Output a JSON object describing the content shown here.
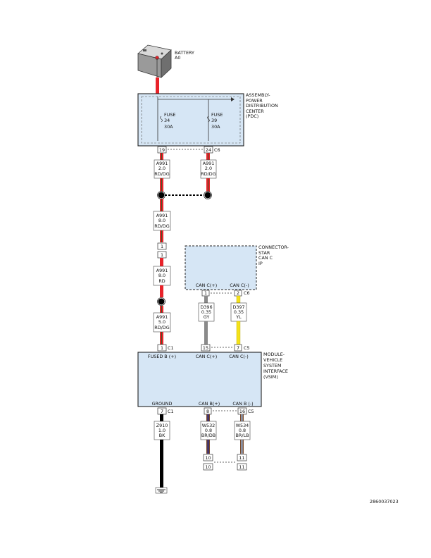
{
  "battery": {
    "name": "BATTERY",
    "id": "A0"
  },
  "pdc": {
    "title_lines": [
      "ASSEMBLY-",
      "POWER",
      "DISTRIBUTION",
      "CENTER",
      "(PDC)"
    ],
    "fuse1": {
      "label": "FUSE",
      "number": "34",
      "rating": "30A"
    },
    "fuse2": {
      "label": "FUSE",
      "number": "39",
      "rating": "30A"
    },
    "pin1": "19",
    "pin2": "24",
    "connector": "C6"
  },
  "wire_a991_left": [
    "A991",
    "2.0",
    "RD/DG"
  ],
  "wire_a991_right": [
    "A991",
    "2.0",
    "RD/DG"
  ],
  "wire_a991_8": [
    "A991",
    "8.0",
    "RD/DG"
  ],
  "inline_pin_top": "1",
  "inline_pin_bottom": "1",
  "wire_a991_rd": [
    "A991",
    "8.0",
    "RD"
  ],
  "wire_a991_5": [
    "A991",
    "5.0",
    "RD/DG"
  ],
  "star": {
    "title_lines": [
      "CONNECTOR-",
      "STAR",
      "CAN C",
      "IP"
    ],
    "can_plus": "CAN C(+)",
    "can_minus": "CAN C(-)",
    "pin1": "1",
    "pin2": "2",
    "connector": "C6"
  },
  "wire_d396": [
    "D396",
    "0.35",
    "GY"
  ],
  "wire_d397": [
    "D397",
    "0.35",
    "YL"
  ],
  "vsim": {
    "title_lines": [
      "MODULE-",
      "VEHICLE",
      "SYSTEM",
      "INTERFACE",
      "(VSIM)"
    ],
    "top_pin1": "1",
    "top_conn1": "C1",
    "top_pin2": "15",
    "top_pin3": "7",
    "top_conn2": "C5",
    "fused_b": "FUSED B (+)",
    "can_c_plus": "CAN C(+)",
    "can_c_minus": "CAN C(-)",
    "ground": "GROUND",
    "can_b_plus": "CAN B(+)",
    "can_b_minus": "CAN B (-)",
    "bot_pin1": "7",
    "bot_conn1": "C1",
    "bot_pin2": "8",
    "bot_pin3": "16",
    "bot_conn2": "C5"
  },
  "wire_z910": [
    "Z910",
    "1.0",
    "BK"
  ],
  "wire_w532": [
    "W532",
    "0.8",
    "BR/DB"
  ],
  "wire_w534": [
    "W534",
    "0.8",
    "BR/LB"
  ],
  "bottom_pins": {
    "a": "10",
    "b": "11",
    "c": "10",
    "d": "11"
  },
  "figure_id": "2860037023",
  "colors": {
    "red": "#e8232a",
    "darkgreen": "#3b5a2a",
    "gray": "#8a8a8a",
    "yellow": "#f4e21a",
    "brown": "#7a4a2a",
    "darkblue": "#2a2a8a",
    "lightblue": "#8fb0d8",
    "black": "#000000",
    "box_fill": "#d6e6f5"
  }
}
